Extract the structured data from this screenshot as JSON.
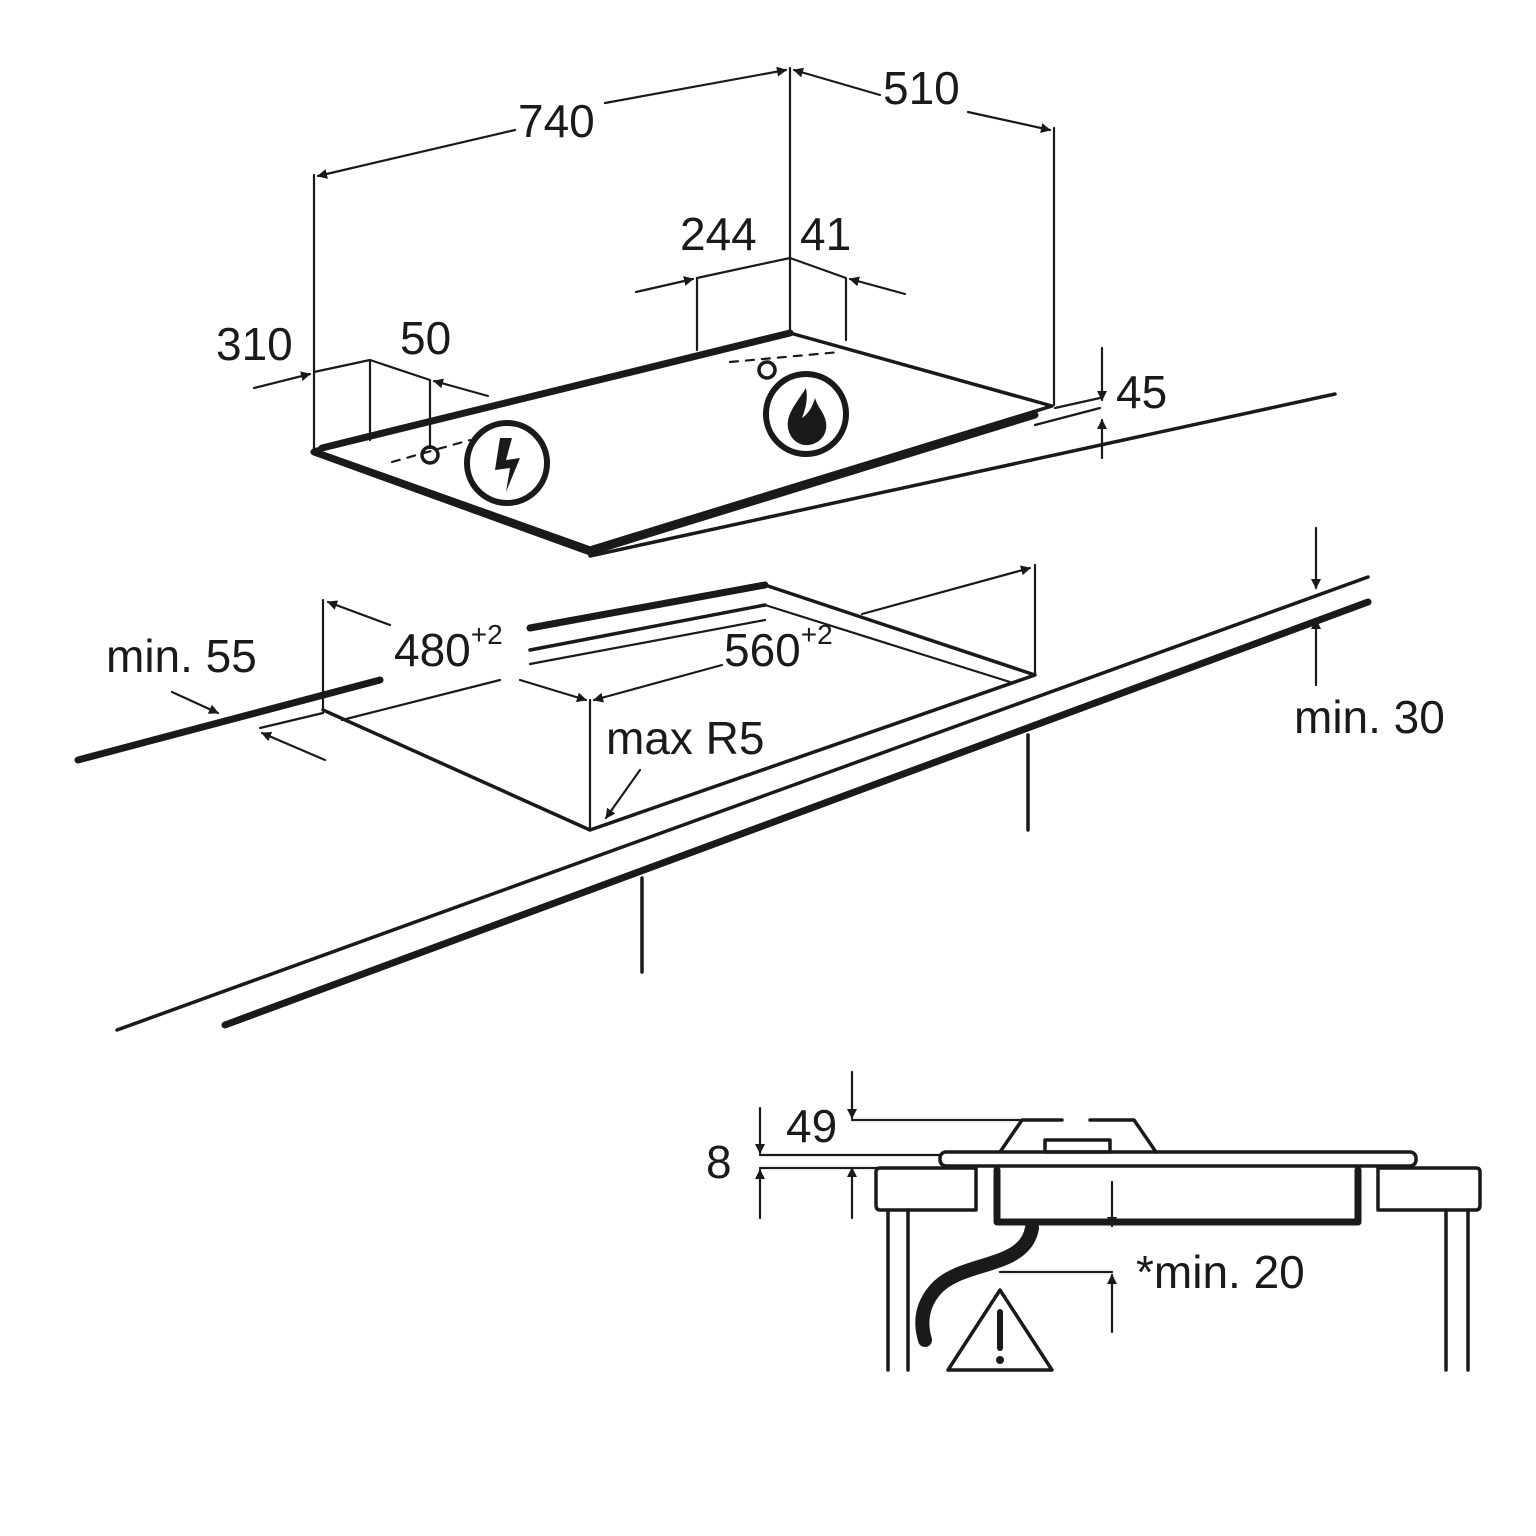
{
  "dimensions": {
    "hob_width": "740",
    "hob_depth": "510",
    "gas_inlet_x": "244",
    "gas_inlet_y": "41",
    "elec_inlet_x": "310",
    "elec_inlet_y": "50",
    "hob_height": "45",
    "cutout_width": "480",
    "cutout_width_tol": "+2",
    "cutout_depth": "560",
    "cutout_depth_tol": "+2",
    "min_front_edge": "min. 55",
    "min_worktop": "min. 30",
    "max_radius": "max R5",
    "glass_thickness": "8",
    "total_height": "49",
    "min_clearance": "*min. 20"
  },
  "icons": {
    "electric": "lightning-bolt-icon",
    "gas": "flame-icon",
    "warning": "warning-triangle-icon"
  },
  "colors": {
    "line": "#1a1a1a",
    "background": "#ffffff"
  }
}
